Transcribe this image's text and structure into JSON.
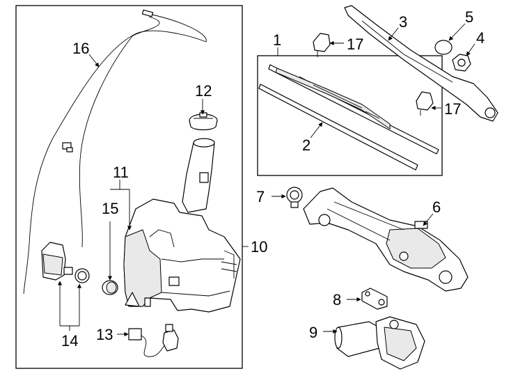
{
  "callouts": {
    "c1": "1",
    "c2": "2",
    "c3": "3",
    "c4": "4",
    "c5": "5",
    "c6": "6",
    "c7": "7",
    "c8": "8",
    "c9": "9",
    "c10": "10",
    "c11": "11",
    "c12": "12",
    "c13": "13",
    "c14": "14",
    "c15": "15",
    "c16": "16",
    "c17a": "17",
    "c17b": "17"
  },
  "icons": {
    "arrowhead": "arrowhead-icon",
    "hose": "washer-hose-icon",
    "reservoir": "washer-reservoir-icon",
    "pump": "washer-pump-icon",
    "wiper_arm": "wiper-arm-icon",
    "wiper_blade": "wiper-blade-icon",
    "linkage": "wiper-linkage-icon",
    "motor": "wiper-motor-icon",
    "nozzle": "washer-nozzle-icon"
  },
  "colors": {
    "line": "#000000",
    "background": "#ffffff",
    "fill_light": "#e9e9e9"
  }
}
